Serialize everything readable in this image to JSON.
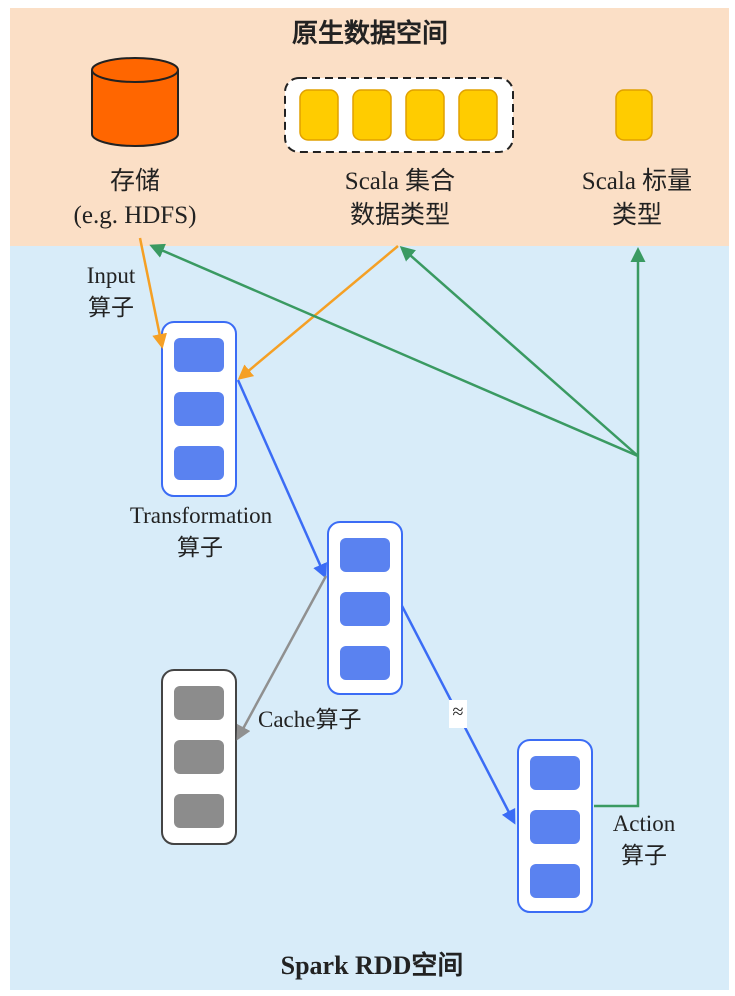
{
  "regions": {
    "native_space_title": "原生数据空间",
    "rdd_space_title": "Spark RDD空间"
  },
  "native": {
    "storage_label": "存储",
    "storage_sub": "(e.g. HDFS)",
    "collection_label_1": "Scala 集合",
    "collection_label_2": "数据类型",
    "scalar_label_1": "Scala 标量",
    "scalar_label_2": "类型"
  },
  "operators": {
    "input_1": "Input",
    "input_2": "算子",
    "transformation_1": "Transformation",
    "transformation_2": "算子",
    "cache": "Cache算子",
    "approx": "≈",
    "action_1": "Action",
    "action_2": "算子"
  },
  "colors": {
    "native_bg": "#fbdfc6",
    "rdd_bg": "#d8ecf9",
    "storage_orange": "#ff6600",
    "collection_yellow": "#ffcc00",
    "partition_blue": "#5a82f0",
    "cache_gray": "#8c8c8c",
    "arrow_orange": "#f5a025",
    "arrow_green": "#3a9a62",
    "arrow_blue": "#3b6cf5",
    "arrow_gray": "#909090"
  }
}
